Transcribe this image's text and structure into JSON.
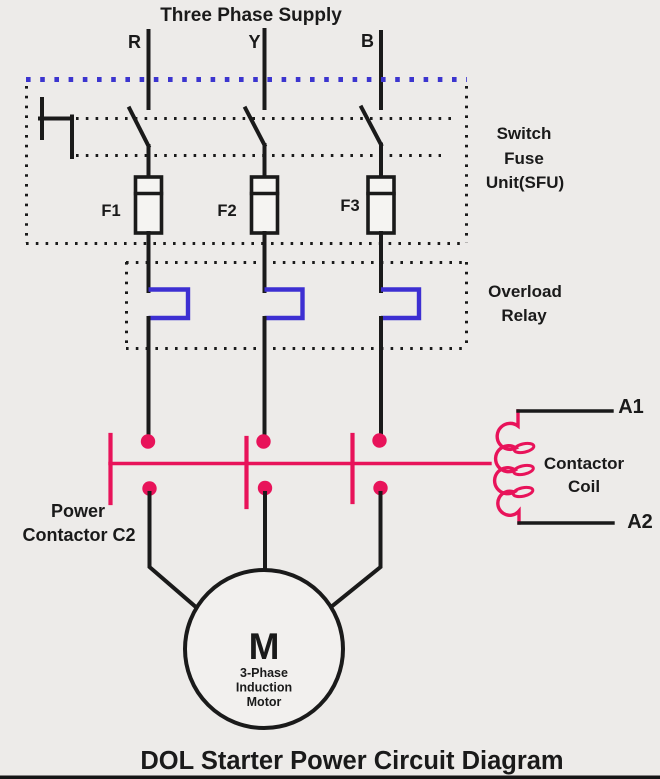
{
  "colors": {
    "bg": "#edebe9",
    "ink": "#1a1a1a",
    "blue-dots": "#3c35cf",
    "blue": "#3d2fd2",
    "crimson": "#e8135a",
    "fuse-fill": "#f5f4f2",
    "motor-fill": "#f2f0ee",
    "footer": "#161616"
  },
  "labels": {
    "supply_title": "Three Phase Supply",
    "phases": [
      "R",
      "Y",
      "B"
    ],
    "fuses": [
      "F1",
      "F2",
      "F3"
    ],
    "sfu": [
      "Switch",
      "Fuse",
      "Unit(SFU)"
    ],
    "overload": [
      "Overload",
      "Relay"
    ],
    "power_contactor": [
      "Power",
      "Contactor C2"
    ],
    "coil_label": [
      "Contactor",
      "Coil"
    ],
    "terminals": [
      "A1",
      "A2"
    ],
    "motor": {
      "symbol": "M",
      "lines": [
        "3-Phase",
        "Induction",
        "Motor"
      ]
    },
    "title": "DOL Starter Power Circuit Diagram"
  }
}
